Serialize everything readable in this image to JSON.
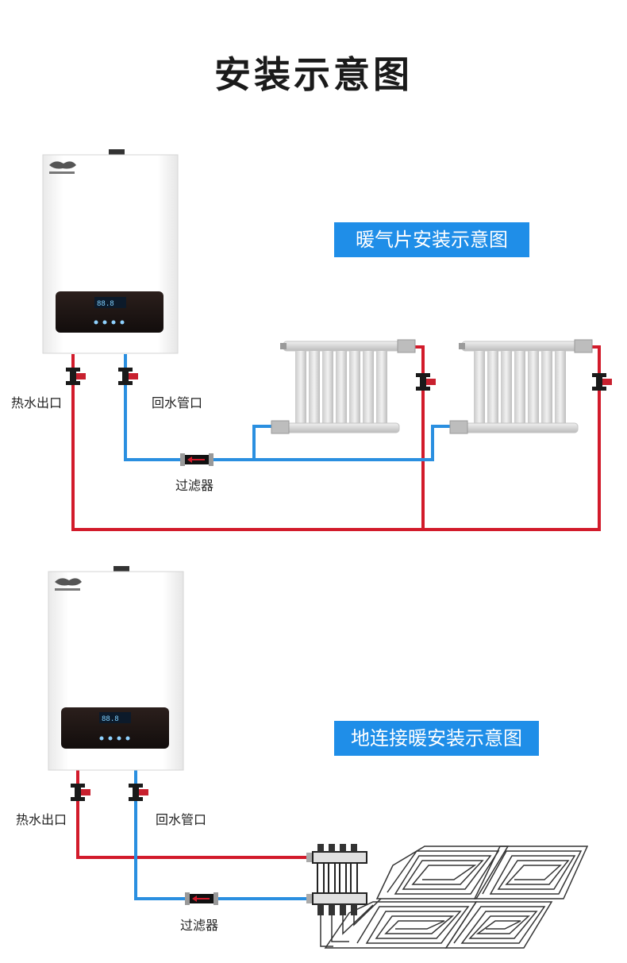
{
  "title": "安装示意图",
  "section1": {
    "banner": "暖气片安装示意图",
    "hot_outlet_label": "热水出口",
    "return_label": "回水管口",
    "filter_label": "过滤器"
  },
  "section2": {
    "banner": "地连接暖安装示意图",
    "hot_outlet_label": "热水出口",
    "return_label": "回水管口",
    "filter_label": "过滤器"
  },
  "colors": {
    "hot_pipe": "#d21b2b",
    "return_pipe": "#2a8fe0",
    "banner": "#1f8ee8",
    "valve": "#1a1a1a",
    "valve_handle": "#c8202e"
  }
}
